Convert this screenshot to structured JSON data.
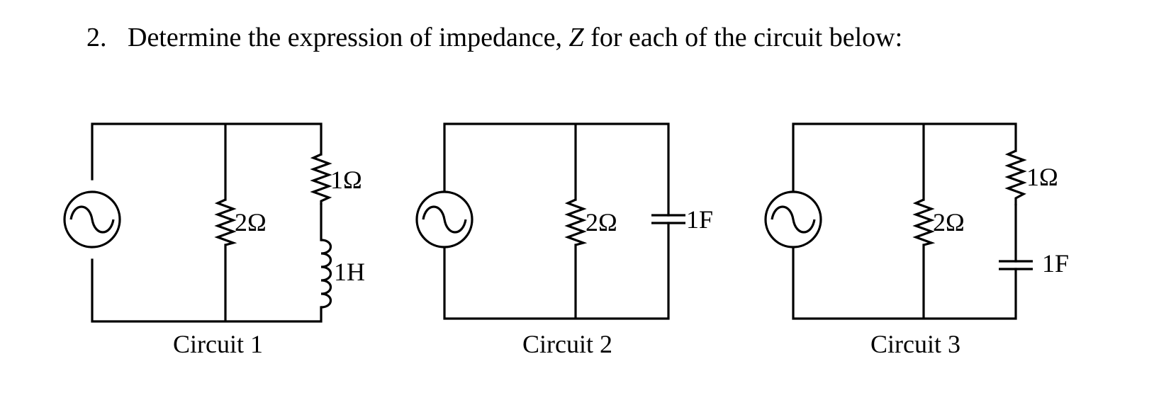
{
  "question": {
    "number": "2.",
    "text_before": "Determine the expression of impedance, ",
    "variable": "Z",
    "text_after": " for each of the circuit below:"
  },
  "circuits": [
    {
      "caption": "Circuit 1",
      "source_icon": "ac-source-icon",
      "labels": {
        "shunt_resistor": "2Ω",
        "series_resistor": "1Ω",
        "inductor": "1H"
      }
    },
    {
      "caption": "Circuit 2",
      "source_icon": "ac-source-icon",
      "labels": {
        "resistor": "2Ω",
        "capacitor": "1F"
      }
    },
    {
      "caption": "Circuit 3",
      "source_icon": "ac-source-icon",
      "labels": {
        "shunt_resistor": "2Ω",
        "series_resistor": "1Ω",
        "capacitor": "1F"
      }
    }
  ]
}
